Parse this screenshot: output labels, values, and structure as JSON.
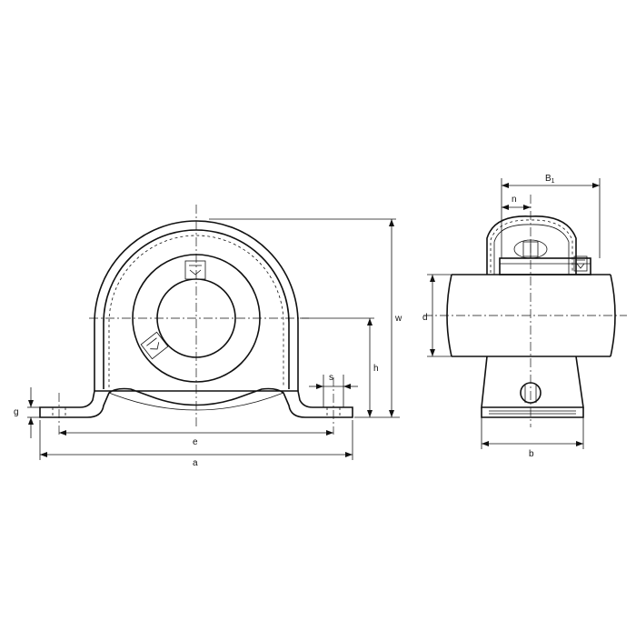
{
  "diagram": {
    "colors": {
      "line": "#111111",
      "background": "#ffffff"
    },
    "front_view": {
      "dimensions": {
        "g": "g",
        "e": "e",
        "a": "a",
        "s": "s",
        "h": "h",
        "w": "w"
      }
    },
    "side_view": {
      "dimensions": {
        "B1": "B",
        "B1_subscript": "1",
        "n": "n",
        "d": "d",
        "b": "b"
      }
    }
  }
}
